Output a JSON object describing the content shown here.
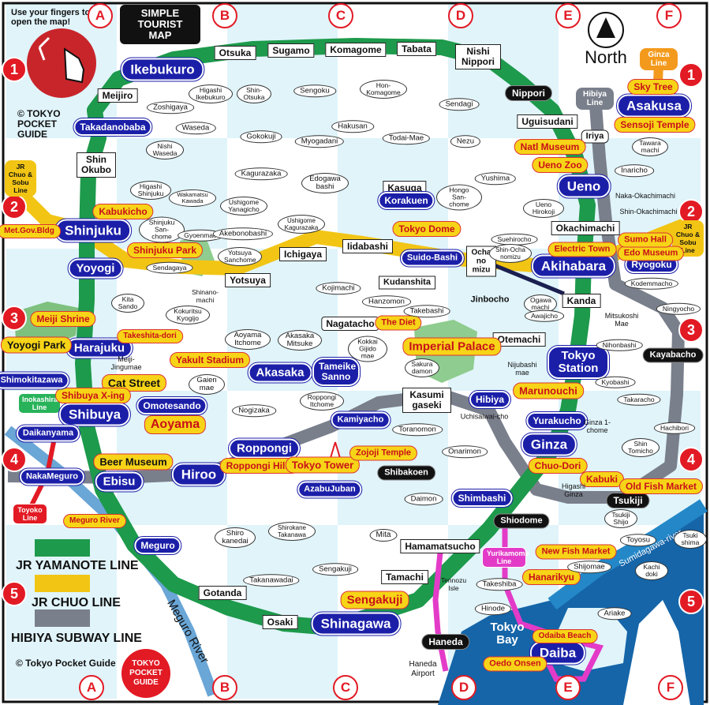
{
  "header": {
    "instruction": "Use your fingers to open the map!",
    "title_line1": "SIMPLE",
    "title_line2": "TOURIST",
    "title_line3": "MAP",
    "north": "North",
    "copyright": "© TOKYO POCKET GUIDE"
  },
  "grid": {
    "columns": [
      "A",
      "B",
      "C",
      "D",
      "E",
      "F"
    ],
    "rows": [
      "1",
      "2",
      "3",
      "4",
      "5"
    ]
  },
  "lines": {
    "yamanote": {
      "name": "JR YAMANOTE LINE",
      "color": "#1d9a4b"
    },
    "chuo": {
      "name": "JR CHUO LINE",
      "color": "#f2c515"
    },
    "hibiya": {
      "name": "HIBIYA SUBWAY LINE",
      "color": "#7a7f8c"
    },
    "yurikamome": {
      "name": "Yurikamome Line",
      "color": "#e33bc8"
    },
    "haneda": {
      "name": "Haneda",
      "color": "#e33bc8"
    },
    "toyoko": {
      "name": "Toyoko Line",
      "color": "#e21a24"
    }
  },
  "line_tags": {
    "ginza_line": "Ginza Line",
    "hibiya_line": "Hibiya Line",
    "jr_chuo_sobu_left": "JR Chuo & Sobu Line",
    "jr_chuo_sobu_right": "JR Chuo & Sobu Line",
    "inokashira": "Inokashira Line",
    "toyoko": "Toyoko Line",
    "meguro_river_tag": "Meguro River",
    "yurikamome": "Yurikamome Line",
    "tennozu": "Tennozu Isle"
  },
  "stations_white": {
    "otsuka": "Otsuka",
    "sugamo": "Sugamo",
    "komagome": "Komagome",
    "tabata": "Tabata",
    "nishi_nippori": "Nishi Nippori",
    "meijiro": "Meijiro",
    "shin_okubo": "Shin Okubo",
    "uguisudani": "Uguisudani",
    "okachimachi": "Okachimachi",
    "ichigaya": "Ichigaya",
    "iidabashi": "Iidabashi",
    "yotsuya": "Yotsuya",
    "ochanomizu": "Ocha no mizu",
    "kanda": "Kanda",
    "otemachi": "Otemachi",
    "kasumigaseki": "Kasumi gaseki",
    "kasuga": "Kasuga",
    "gotanda": "Gotanda",
    "osaki": "Osaki",
    "tamachi": "Tamachi",
    "hamamatsucho": "Hamamatsucho",
    "nagatacho": "Nagatacho",
    "kudanshita": "Kudanshita",
    "jinbocho": "Jinbocho",
    "iriya": "Iriya"
  },
  "stations_blue": {
    "ikebukuro": "Ikebukuro",
    "takadanobaba": "Takadanobaba",
    "shinjuku": "Shinjuku",
    "yoyogi": "Yoyogi",
    "harajuku": "Harajuku",
    "shibuya": "Shibuya",
    "ebisu": "Ebisu",
    "meguro": "Meguro",
    "ueno": "Ueno",
    "akihabara": "Akihabara",
    "tokyo_station": "Tokyo Station",
    "yurakucho": "Yurakucho",
    "hibiya": "Hibiya",
    "ginza": "Ginza",
    "shimbashi": "Shimbashi",
    "shinagawa": "Shinagawa",
    "asakusa": "Asakusa",
    "korakuen": "Korakuen",
    "suido_bashi": "Suido-Bashi",
    "akasaka": "Akasaka",
    "tameike_sanno": "Tameike Sanno",
    "omotesando": "Omotesando",
    "hiroo": "Hiroo",
    "roppongi": "Roppongi",
    "kamiyacho": "Kamiyacho",
    "azabujuban": "AzabuJuban",
    "daikanyama": "Daikanyama",
    "nakameguro": "NakaMeguro",
    "daiba": "Daiba",
    "ryogoku": "Ryogoku"
  },
  "attractions": {
    "sky_tree": "Sky Tree",
    "sensoji": "Sensoji Temple",
    "natl_museum": "Natl Museum",
    "ueno_zoo": "Ueno Zoo",
    "kabukicho": "Kabukicho",
    "met_gov": "Met.Gov.Bldg",
    "shinjuku_park": "Shinjuku Park",
    "tokyo_dome": "Tokyo Dome",
    "electric_town": "Electric Town",
    "edo_museum": "Edo Museum",
    "sumo_hall": "Sumo Hall",
    "meiji_shrine": "Meiji Shrine",
    "yoyogi_park": "Yoyogi Park",
    "takeshita": "Takeshita-dori",
    "yakult": "Yakult Stadium",
    "the_diet": "The Diet",
    "imperial_palace": "Imperial Palace",
    "marunouchi": "Marunouchi",
    "cat_street": "Cat Street",
    "shibuya_xing": "Shibuya X-ing",
    "aoyama": "Aoyama",
    "beer_museum": "Beer Museum",
    "roppongi_hills": "Roppongi Hills",
    "tokyo_tower": "Tokyo Tower",
    "zojoji": "Zojoji Temple",
    "chuo_dori": "Chuo-Dori",
    "kabuki": "Kabuki",
    "fish_market": "Old Fish Market",
    "meguro_river": "Meguro River",
    "sengakuji": "Sengakuji",
    "new_fish_market": "New Fish Market",
    "hanarikyu": "Hanarikyu",
    "odaiba_beach": "Odaiba Beach",
    "oedo_onsen": "Oedo Onsen"
  },
  "stations_black": {
    "nippori": "Nippori",
    "kayabacho": "Kayabacho",
    "tsukiji": "Tsukiji",
    "shibakoen": "Shibakoen",
    "shiodome": "Shiodome",
    "haneda": "Haneda"
  },
  "small_places": {
    "higashi_ikebukuro": "Higashi Ikebukuro",
    "shin_otsuka": "Shin-Otsuka",
    "sengoku": "Sengoku",
    "hon_komagome": "Hon-Komagome",
    "sendagi": "Sendagi",
    "zoshigaya": "Zoshigaya",
    "waseda": "Waseda",
    "gokokuji": "Gokokuji",
    "myogadani": "Myogadani",
    "hakusan": "Hakusan",
    "todai_mae": "Todai-Mae",
    "nezu": "Nezu",
    "nishi_waseda": "Nishi Waseda",
    "kagurazaka": "Kagurazaka",
    "edogawabashi": "Edogawa bashi",
    "higashi_shinjuku": "Higashi Shinjuku",
    "wakamatsu": "Wakamatsu Kawada",
    "ushigome_yanagicho": "Ushigome Yanagicho",
    "hongo": "Hongo San-chome",
    "yushima": "Yushima",
    "ueno_hirokoji": "Ueno Hirokoji",
    "naka_okachimachi": "Naka-Okachimachi",
    "shin_okachimachi": "Shin-Okachimachi",
    "tawaramachi": "Tawara machi",
    "inaricho": "Inaricho",
    "shinjuku_sanchome": "Shinjuku San-chome",
    "gyoenmae": "Gyoenmae",
    "akebonobashi": "Akebonobashi",
    "ushigome_kagurazaka": "Ushigome Kagurazaka",
    "yotsuya_sanchome": "Yotsuya Sanchome",
    "suehirocho": "Suehirocho",
    "shin_ochanomizu": "Shin-Ocha nomizu",
    "sendagaya": "Sendagaya",
    "shinanomachi": "Shinano-machi",
    "kojimachi": "Kojimachi",
    "hanzomon": "Hanzomon",
    "kodemmacho": "Kodemmacho",
    "ningyocho": "Ningyocho",
    "ogawamachi": "Ogawa machi",
    "awajicho": "Awajicho",
    "takebashi": "Takebashi",
    "kita_sando": "Kita Sando",
    "kokuritsu": "Kokuritsu Kyogijo",
    "aoyama_itchome": "Aoyama Itchome",
    "akasaka_mitsuke": "Akasaka Mitsuke",
    "kokkai": "Kokkai Gijido mae",
    "sakuradamon": "Sakura damon",
    "mitsukoshimae": "Mitsukoshi Mae",
    "nihonbashi": "Nihonbashi",
    "meiji_jingumae": "Meiji-Jingumae",
    "nijubashimae": "Nijubashi mae",
    "kyobashi": "Kyobashi",
    "gaienmae": "Gaien mae",
    "nogizaka": "Nogizaka",
    "roppongi_itchome": "Roppongi Itchome",
    "uchisaiwaicho": "Uchisaiwai-cho",
    "takaracho": "Takaracho",
    "toranomon": "Toranomon",
    "ginza_itchome": "Ginza 1-chome",
    "hachibori": "Hachibori",
    "onarimon": "Onarimon",
    "shintomicho": "Shin Tomicho",
    "higashi_ginza": "Higashi Ginza",
    "daimon": "Daimon",
    "tsukishima": "Tsukishima",
    "tsukiji_shijo": "Tsukiji Shijo",
    "toyosu": "Toyosu",
    "tsukishima2": "Tsuki shima",
    "shiro_kanedai": "Shiro kanedai",
    "shirokane_takanawa": "Shirokane Takanawa",
    "mita": "Mita",
    "sengakuji_st": "Sengakuji",
    "takanawadai": "Takanawadai",
    "takeshiba": "Takeshiba",
    "hinode": "Hinode",
    "shijomae": "Shijomae",
    "kachidoki": "Kachi doki",
    "ariake": "Ariake",
    "haneda_airport": "Haneda Airport",
    "shimokitazawa": "Shimokitazawa"
  },
  "water": {
    "tokyo_bay": "Tokyo Bay",
    "sumidagawa": "Sumidagawa-river"
  },
  "legend": {
    "yamanote": "JR YAMANOTE LINE",
    "chuo": "JR CHUO LINE",
    "hibiya": "HIBIYA SUBWAY LINE",
    "footer_copyright": "© Tokyo Pocket Guide",
    "logo_text": "TOKYO POCKET GUIDE"
  }
}
